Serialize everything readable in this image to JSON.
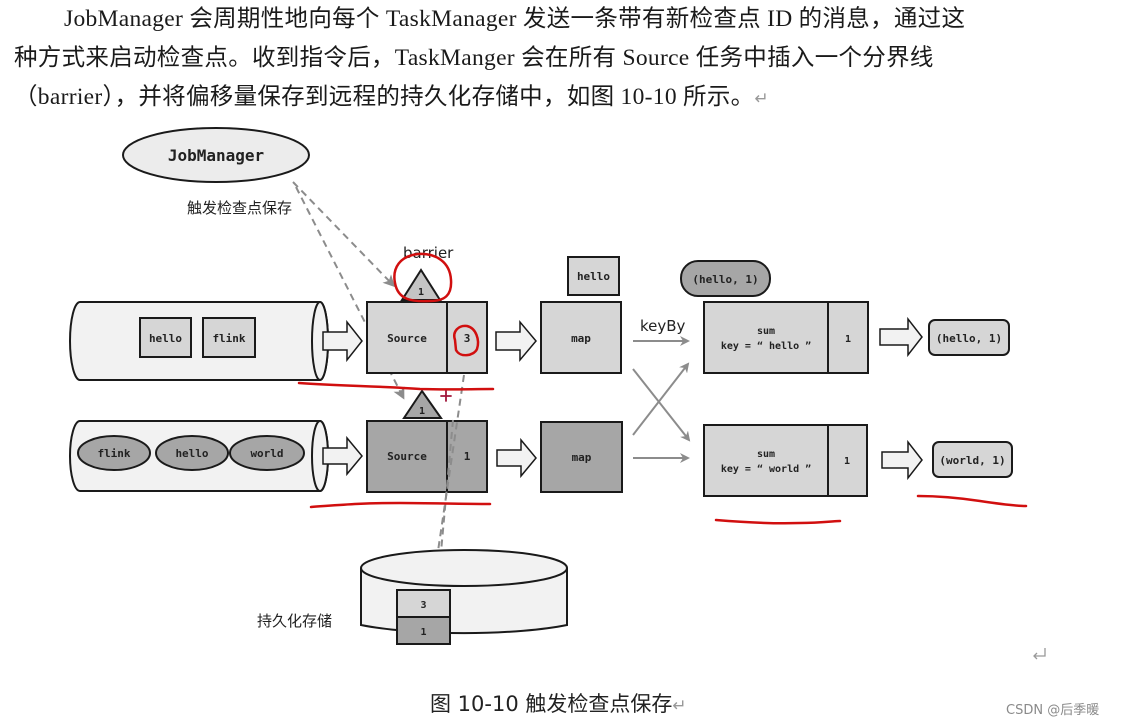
{
  "paragraph": {
    "lines": [
      "JobManager 会周期性地向每个 TaskManager 发送一条带有新检查点 ID 的消息，通过这",
      "种方式来启动检查点。收到指令后，TaskManger 会在所有 Source 任务中插入一个分界线",
      "（barrier），并将偏移量保存到远程的持久化存储中，如图 10-10 所示。"
    ],
    "return_mark": "↵"
  },
  "diagram": {
    "jobmanager_label": "JobManager",
    "trigger_label": "触发检查点保存",
    "barrier_label": "barrier",
    "barrier_top_id": "1",
    "barrier_bottom_id": "1",
    "keyby_label": "keyBy",
    "storage_label": "持久化存储",
    "top_row": {
      "queue_items": [
        "hello",
        "flink"
      ],
      "source_label": "Source",
      "source_offset": "3",
      "map_label": "map",
      "map_in_flight": "hello",
      "sum_label": "sum",
      "sum_key": "key = “ hello ”",
      "sum_count": "1",
      "sum_in_flight": "(hello, 1)",
      "output": "(hello, 1)"
    },
    "bottom_row": {
      "queue_items": [
        "flink",
        "hello",
        "world"
      ],
      "source_label": "Source",
      "source_offset": "1",
      "map_label": "map",
      "sum_label": "sum",
      "sum_key": "key = “ world ”",
      "sum_count": "1",
      "output": "(world, 1)"
    },
    "storage_entries": [
      "3",
      "1"
    ],
    "colors": {
      "light_box": "#d6d6d6",
      "dark_box": "#a6a6a6",
      "pipe_fill": "#f2f2f2",
      "arrow_gray": "#8c8c8c",
      "annotation_red": "#d10f0f"
    }
  },
  "caption": "图 10-10  触发检查点保存",
  "watermark": "CSDN @后季暖"
}
